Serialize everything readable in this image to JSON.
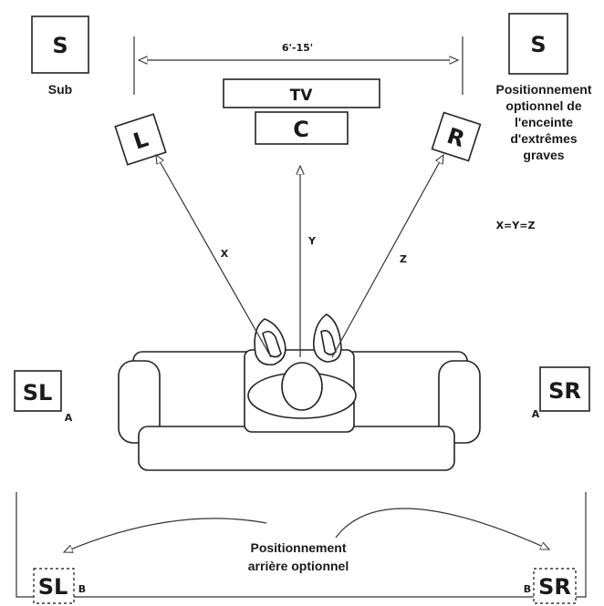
{
  "speakers": {
    "sub_left": "S",
    "sub_right": "S",
    "left": "L",
    "right": "R",
    "tv": "TV",
    "center": "C",
    "surround_left": "SL",
    "surround_right": "SR",
    "rear_left": "SL",
    "rear_right": "SR"
  },
  "labels": {
    "sub": "Sub",
    "distance": "6'-15'",
    "x": "X",
    "y": "Y",
    "z": "Z",
    "equation": "X=Y=Z",
    "pos_a_left": "A",
    "pos_a_right": "A",
    "pos_b_left": "B",
    "pos_b_right": "B"
  },
  "notes": {
    "sub_optional": [
      "Positionnement",
      "optionnel de",
      "l'enceinte",
      "d'extrêmes",
      "graves"
    ],
    "rear_optional": [
      "Positionnement",
      "arrière optionnel"
    ]
  },
  "colors": {
    "ink": "#1a1a1a",
    "background": "#ffffff"
  }
}
